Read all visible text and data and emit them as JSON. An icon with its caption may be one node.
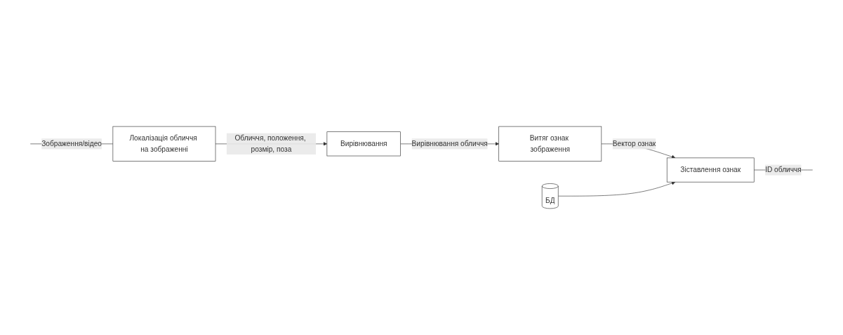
{
  "diagram": {
    "nodes": [
      {
        "text": [
          "Локалізація обличчя на зображенні"
        ]
      },
      {
        "text": [
          "Вирівнювання"
        ]
      },
      {
        "text": [
          "Витяг ознак зображення"
        ]
      },
      {
        "text": [
          "БД"
        ]
      },
      {
        "text": [
          "Зіставлення ознак"
        ]
      }
    ],
    "edges": [
      {
        "from": null,
        "to": 0,
        "arrow": "none",
        "label": "Зображення/відео"
      },
      {
        "from": 0,
        "to": 1,
        "arrow": "to",
        "label": "Обличчя, положення, розмір, поза"
      },
      {
        "from": 1,
        "to": 2,
        "arrow": "to",
        "label": "Вирівнювання обличчя"
      },
      {
        "from": 2,
        "to": 4,
        "arrow": "to",
        "label": "Вектор ознак"
      },
      {
        "from": 3,
        "to": 4,
        "arrow": "to"
      },
      {
        "from": 4,
        "to": null,
        "arrow": "none",
        "label": "ID обличчя"
      }
    ]
  }
}
